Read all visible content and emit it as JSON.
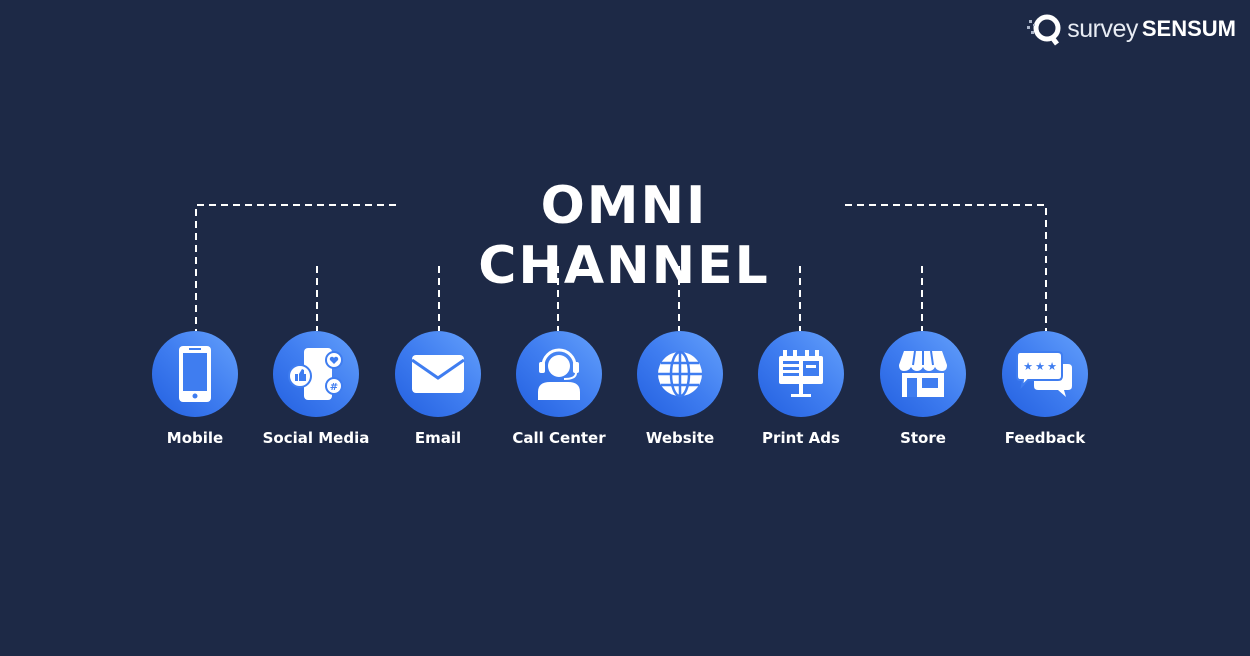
{
  "logo": {
    "part1": "survey",
    "part2": "SENSUM"
  },
  "title": "OMNI CHANNEL",
  "channels": [
    {
      "label": "Mobile",
      "icon": "mobile-phone-icon"
    },
    {
      "label": "Social Media",
      "icon": "social-media-icon"
    },
    {
      "label": "Email",
      "icon": "envelope-icon"
    },
    {
      "label": "Call Center",
      "icon": "headset-agent-icon"
    },
    {
      "label": "Website",
      "icon": "globe-icon"
    },
    {
      "label": "Print Ads",
      "icon": "billboard-icon"
    },
    {
      "label": "Store",
      "icon": "storefront-icon"
    },
    {
      "label": "Feedback",
      "icon": "chat-rating-icon"
    }
  ],
  "colors": {
    "background": "#1d2946",
    "circle_light": "#64a0fb",
    "circle_dark": "#2360e0"
  }
}
